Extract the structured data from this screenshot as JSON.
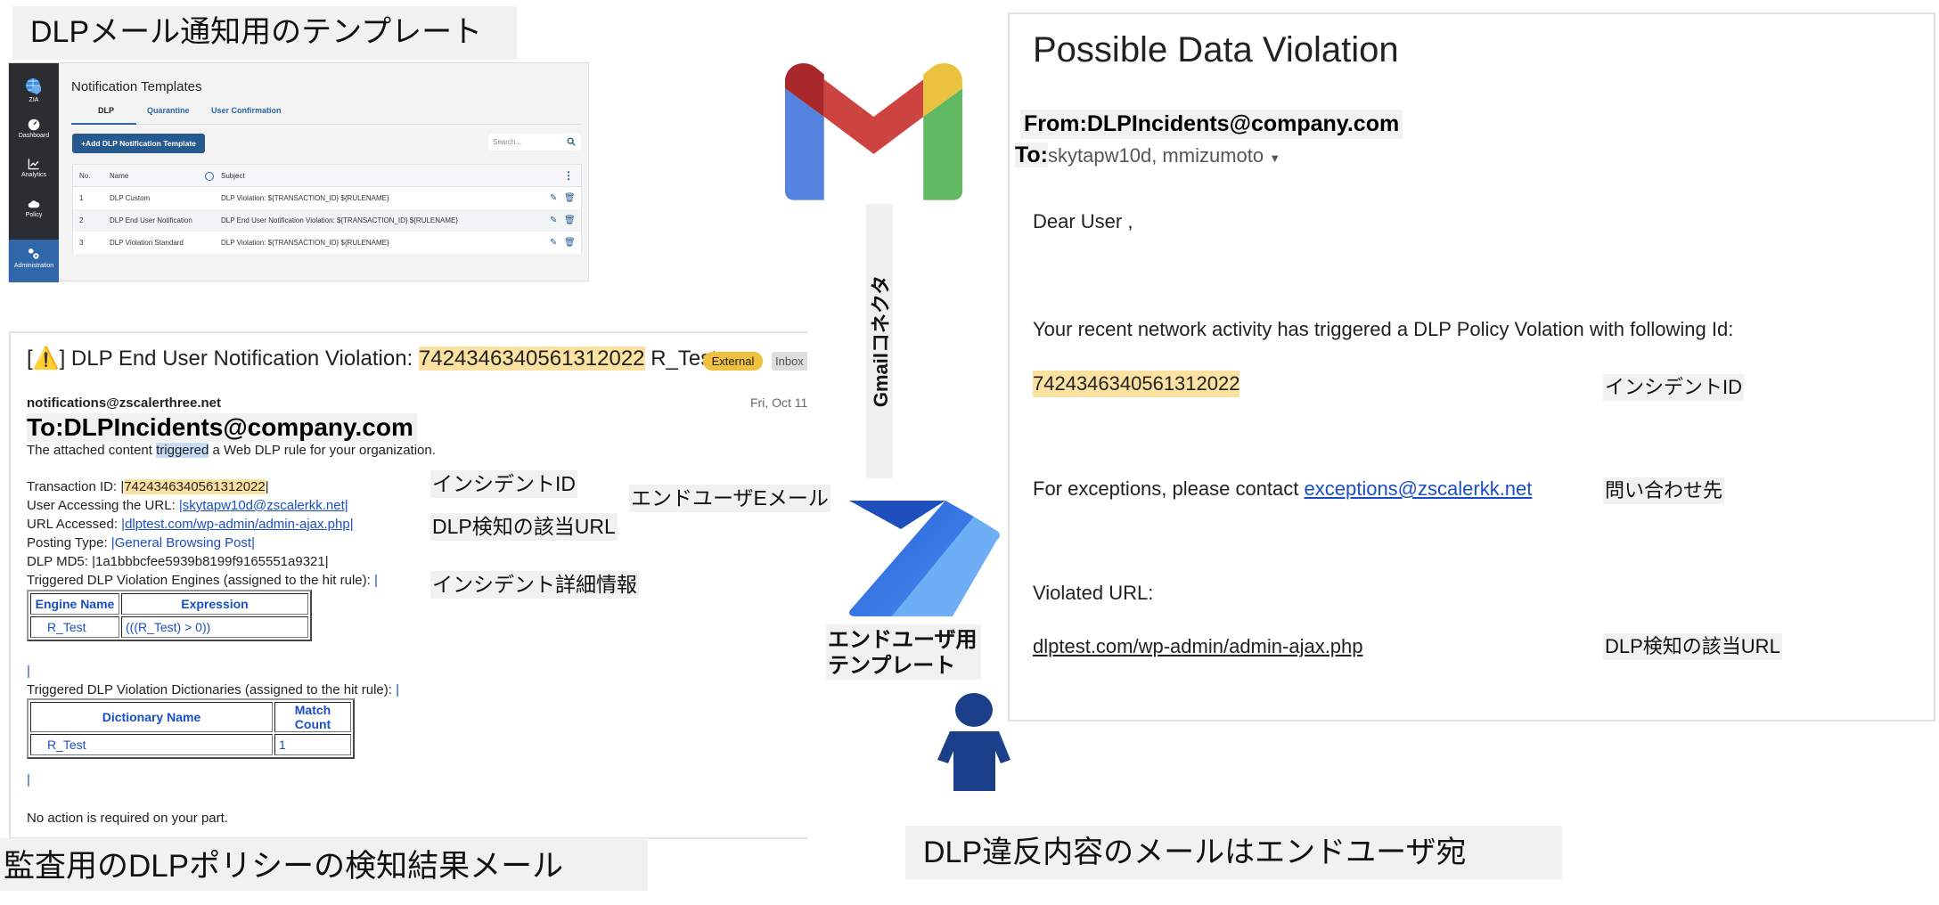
{
  "labels": {
    "top_left": "DLPメール通知用のテンプレート",
    "incident_id_left": "インシデントID",
    "end_user_email": "エンドユーザEメール",
    "dlp_url_left": "DLP検知の該当URL",
    "incident_details": "インシデント詳細情報",
    "audit_mail": "監査用のDLPポリシーの検知結果メール",
    "gmail_connector": "Gmailコネクタ",
    "end_user_template_line1": "エンドユーザ用",
    "end_user_template_line2": "テンプレート",
    "bottom_right": "DLP違反内容のメールはエンドユーザ宛",
    "incident_id_right": "インシデントID",
    "contact": "問い合わせ先",
    "dlp_url_right": "DLP検知の該当URL"
  },
  "admin": {
    "sidebar": [
      {
        "label": "ZIA",
        "icon": "globe-shield-icon"
      },
      {
        "label": "Dashboard",
        "icon": "gauge-icon"
      },
      {
        "label": "Analytics",
        "icon": "chart-icon"
      },
      {
        "label": "Policy",
        "icon": "cloud-icon"
      },
      {
        "label": "Administration",
        "icon": "gears-icon",
        "selected": true
      }
    ],
    "title": "Notification Templates",
    "tabs": [
      "DLP",
      "Quarantine",
      "User Confirmation"
    ],
    "active_tab": "DLP",
    "add_button": "+Add DLP Notification Template",
    "search_placeholder": "Search...",
    "columns": [
      "No.",
      "Name",
      "Subject"
    ],
    "rows": [
      {
        "no": "1",
        "name": "DLP Custom",
        "subject": "DLP Violation: ${TRANSACTION_ID} ${RULENAME}"
      },
      {
        "no": "2",
        "name": "DLP End User Notification",
        "subject": "DLP End User Notification Violation: ${TRANSACTION_ID} ${RULENAME}"
      },
      {
        "no": "3",
        "name": "DLP Violation Standard",
        "subject": "DLP Violation: ${TRANSACTION_ID} ${RULENAME}"
      }
    ]
  },
  "audit_mail": {
    "subject_prefix": "[",
    "subject_suffix_bracket": "]",
    "subject_text": "DLP End User Notification Violation:",
    "subject_id": "7424346340561312022",
    "subject_rule": "R_Test",
    "badge_external": "External",
    "badge_inbox": "Inbox",
    "sender": "notifications@zscalerthree.net",
    "date": "Fri, Oct 11, ",
    "to": "To:DLPIncidents@company.com",
    "intro_a": "The attached content ",
    "intro_b": "triggered",
    "intro_c": " a Web DLP rule for your organization.",
    "transaction_label": "Transaction ID: |",
    "transaction_id": "7424346340561312022",
    "user_label": "User Accessing the URL: ",
    "user_value": "|skytapw10d@zscalerkk.net|",
    "url_label": "URL Accessed: ",
    "url_value": "|dlptest.com/wp-admin/admin-ajax.php|",
    "posting_label": "Posting Type: ",
    "posting_value": "|General Browsing Post|",
    "md5": "DLP MD5: |1a1bbbcfee5939b8199f9165551a9321|",
    "engines_label": "Triggered DLP Violation Engines (assigned to the hit rule): ",
    "pipe": "|",
    "engines_table": {
      "headers": [
        "Engine Name",
        "Expression"
      ],
      "rows": [
        [
          "R_Test",
          "(((R_Test) > 0))"
        ]
      ]
    },
    "dictionaries_label": "Triggered DLP Violation Dictionaries (assigned to the hit rule): ",
    "dictionaries_table": {
      "headers": [
        "Dictionary Name",
        "Match Count"
      ],
      "rows": [
        [
          "R_Test",
          "1"
        ]
      ]
    },
    "footer": "No action is required on your part."
  },
  "end_user_mail": {
    "title": "Possible Data Violation",
    "from": "From:DLPIncidents@company.com",
    "to_label": "To:",
    "to_value": "skytapw10d, mmizumoto",
    "greeting": "Dear User ,",
    "body": "Your recent network activity has triggered a DLP Policy Volation with following Id:",
    "incident_id": "7424346340561312022",
    "exceptions_text": "For exceptions, please contact ",
    "exceptions_email": "exceptions@zscalerkk.net",
    "violated_url_label": "Violated URL:",
    "violated_url": "dlptest.com/wp-admin/admin-ajax.php"
  },
  "colors": {
    "highlight": "#fbe2a0",
    "link": "#1a4fc4",
    "admin_blue": "#2f67a8",
    "person": "#1c3f8a"
  }
}
